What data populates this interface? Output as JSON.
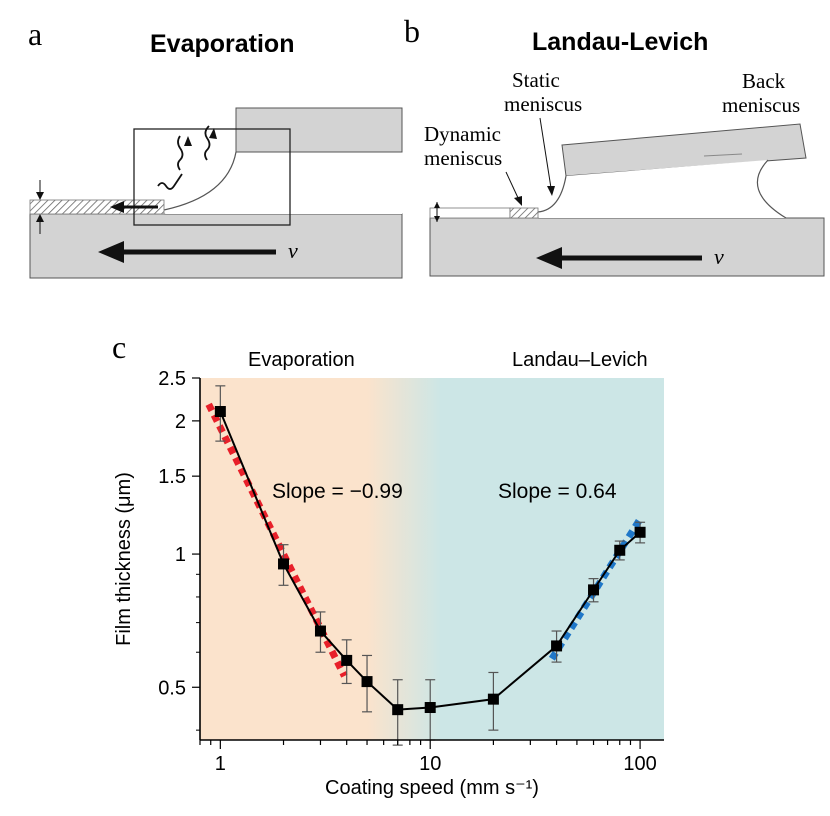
{
  "panel_a": {
    "letter": "a",
    "title": "Evaporation",
    "velocity_symbol": "v"
  },
  "panel_b": {
    "letter": "b",
    "title": "Landau-Levich",
    "labels": {
      "static_1": "Static",
      "static_2": "meniscus",
      "back_1": "Back",
      "back_2": "meniscus",
      "dynamic_1": "Dynamic",
      "dynamic_2": "meniscus"
    },
    "velocity_symbol": "v"
  },
  "panel_c": {
    "letter": "c"
  },
  "colors": {
    "evaporation_bg": "#fbe3cc",
    "landau_bg": "#cce6e6",
    "fit_evaporation": "#e8202a",
    "fit_landau": "#1f77c8",
    "data": "#000000",
    "substrate": "#d3d3d3"
  },
  "chart_data": {
    "type": "line",
    "x_scale": "log",
    "y_scale": "log",
    "xlim": [
      0.8,
      130
    ],
    "ylim": [
      0.38,
      2.5
    ],
    "xlabel": "Coating speed (mm s⁻¹)",
    "ylabel": "Film thickness (μm)",
    "x_ticks": [
      1,
      10,
      100
    ],
    "x_tick_labels": [
      "1",
      "10",
      "100"
    ],
    "y_ticks": [
      0.5,
      1,
      1.5,
      2,
      2.5
    ],
    "y_tick_labels": [
      "0.5",
      "1",
      "1.5",
      "2",
      "2.5"
    ],
    "regions": [
      {
        "label": "Evaporation",
        "color": "#fbe3cc"
      },
      {
        "label": "Landau–Levich",
        "color": "#cce6e6"
      }
    ],
    "series": [
      {
        "x": [
          1,
          2,
          3,
          4,
          5,
          7,
          10,
          20,
          40,
          60,
          80,
          100
        ],
        "y": [
          2.1,
          0.95,
          0.67,
          0.575,
          0.515,
          0.445,
          0.45,
          0.47,
          0.62,
          0.83,
          1.02,
          1.12
        ],
        "yerr": [
          0.3,
          0.1,
          0.07,
          0.065,
          0.075,
          0.075,
          0.07,
          0.07,
          0.05,
          0.05,
          0.05,
          0.06
        ]
      }
    ],
    "fits": [
      {
        "label": "Slope = −0.99",
        "x": [
          0.88,
          3.9
        ],
        "y": [
          2.18,
          0.53
        ]
      },
      {
        "label": "Slope = 0.64",
        "x": [
          38,
          100
        ],
        "y": [
          0.58,
          1.2
        ]
      }
    ]
  }
}
